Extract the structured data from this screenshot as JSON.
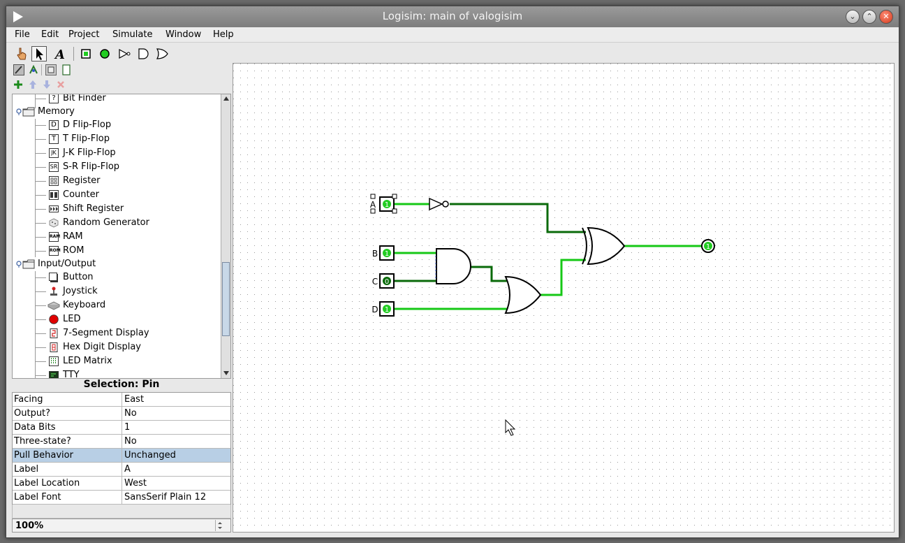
{
  "window": {
    "title": "Logisim: main of valogisim"
  },
  "menu": [
    "File",
    "Edit",
    "Project",
    "Simulate",
    "Window",
    "Help"
  ],
  "tree": {
    "items": [
      {
        "label": "Bit Finder",
        "level": 2,
        "icon": "bit-finder-icon"
      },
      {
        "label": "Memory",
        "level": 1,
        "icon": "folder-icon"
      },
      {
        "label": "D Flip-Flop",
        "level": 2,
        "icon": "d-flipflop-icon"
      },
      {
        "label": "T Flip-Flop",
        "level": 2,
        "icon": "t-flipflop-icon"
      },
      {
        "label": "J-K Flip-Flop",
        "level": 2,
        "icon": "jk-flipflop-icon"
      },
      {
        "label": "S-R Flip-Flop",
        "level": 2,
        "icon": "sr-flipflop-icon"
      },
      {
        "label": "Register",
        "level": 2,
        "icon": "register-icon"
      },
      {
        "label": "Counter",
        "level": 2,
        "icon": "counter-icon"
      },
      {
        "label": "Shift Register",
        "level": 2,
        "icon": "shift-register-icon"
      },
      {
        "label": "Random Generator",
        "level": 2,
        "icon": "random-generator-icon"
      },
      {
        "label": "RAM",
        "level": 2,
        "icon": "ram-icon"
      },
      {
        "label": "ROM",
        "level": 2,
        "icon": "rom-icon"
      },
      {
        "label": "Input/Output",
        "level": 1,
        "icon": "folder-icon"
      },
      {
        "label": "Button",
        "level": 2,
        "icon": "button-icon"
      },
      {
        "label": "Joystick",
        "level": 2,
        "icon": "joystick-icon"
      },
      {
        "label": "Keyboard",
        "level": 2,
        "icon": "keyboard-icon"
      },
      {
        "label": "LED",
        "level": 2,
        "icon": "led-icon"
      },
      {
        "label": "7-Segment Display",
        "level": 2,
        "icon": "seven-segment-icon"
      },
      {
        "label": "Hex Digit Display",
        "level": 2,
        "icon": "hex-digit-icon"
      },
      {
        "label": "LED Matrix",
        "level": 2,
        "icon": "led-matrix-icon"
      },
      {
        "label": "TTY",
        "level": 2,
        "icon": "tty-icon"
      }
    ],
    "icon_text": {
      "bit_finder": "?",
      "d": "D",
      "t": "T",
      "jk": "JK",
      "sr": "SR",
      "ram": "RAM",
      "rom": "ROM"
    }
  },
  "selection": {
    "title": "Selection: Pin",
    "attributes": [
      {
        "key": "Facing",
        "value": "East"
      },
      {
        "key": "Output?",
        "value": "No"
      },
      {
        "key": "Data Bits",
        "value": "1"
      },
      {
        "key": "Three-state?",
        "value": "No"
      },
      {
        "key": "Pull Behavior",
        "value": "Unchanged",
        "selected": true
      },
      {
        "key": "Label",
        "value": "A"
      },
      {
        "key": "Label Location",
        "value": "West"
      },
      {
        "key": "Label Font",
        "value": "SansSerif Plain 12"
      }
    ]
  },
  "zoom": "100%",
  "circuit": {
    "pins": [
      {
        "label": "A",
        "value": "1"
      },
      {
        "label": "B",
        "value": "1"
      },
      {
        "label": "C",
        "value": "0"
      },
      {
        "label": "D",
        "value": "1"
      }
    ],
    "output_value": "1"
  },
  "colors": {
    "wire_high": "#16c816",
    "wire_low": "#0a6a0a",
    "pin_one": "#22cc22",
    "pin_zero": "#0a6a0a",
    "selected_row": "#b8cfe5",
    "led_red": "#e00000"
  }
}
